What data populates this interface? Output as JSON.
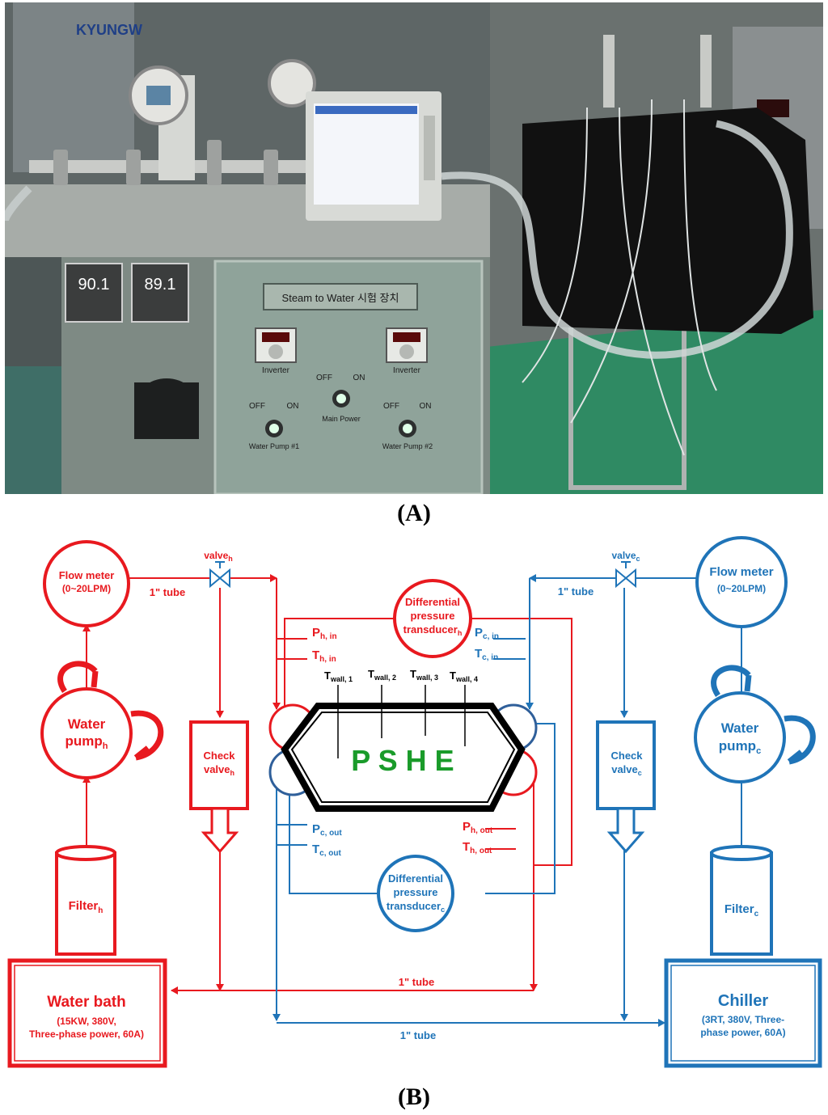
{
  "panel_a_label": "A",
  "panel_b_label": "B",
  "photo": {
    "cabinet_sign": "Steam to Water 시험 장치",
    "brand_text": "KYUNGW",
    "controller_1": "90.1",
    "controller_2": "89.1",
    "inverter_left": "Inverter",
    "inverter_right": "Inverter",
    "main_off": "OFF",
    "main_on": "ON",
    "main_power": "Main Power",
    "pump1_off": "OFF",
    "pump1_on": "ON",
    "pump1_label": "Water Pump #1",
    "pump2_off": "OFF",
    "pump2_on": "ON",
    "pump2_label": "Water Pump #2"
  },
  "colors": {
    "hot": "#e8191f",
    "cold": "#1f74b8",
    "pshe_text": "#1a9b2a",
    "pshe_border": "#000000"
  },
  "diagram": {
    "hot": {
      "flow_meter_line1": "Flow meter",
      "flow_meter_line2": "(0~20LPM)",
      "tube_top": "1\" tube",
      "valve": "valve",
      "valve_sub": "h",
      "pump_line1": "Water",
      "pump_line2": "pump",
      "pump_sub": "h",
      "check_line1": "Check",
      "check_line2": "valve",
      "check_sub": "h",
      "filter": "Filter",
      "filter_sub": "h",
      "bath_title": "Water bath",
      "bath_line1": "(15KW, 380V,",
      "bath_line2": "Three-phase power, 60A)",
      "dp_line1": "Differential",
      "dp_line2": "pressure",
      "dp_line3": "transducer",
      "dp_sub": "h",
      "p_in": "P",
      "p_in_sub": "h, in",
      "t_in": "T",
      "t_in_sub": "h, in",
      "p_out": "P",
      "p_out_sub": "h, out",
      "t_out": "T",
      "t_out_sub": "h, out",
      "tube_bottom": "1\" tube"
    },
    "cold": {
      "flow_meter_line1": "Flow meter",
      "flow_meter_line2": "(0~20LPM)",
      "tube_top": "1\" tube",
      "valve": "valve",
      "valve_sub": "c",
      "pump_line1": "Water",
      "pump_line2": "pump",
      "pump_sub": "c",
      "check_line1": "Check",
      "check_line2": "valve",
      "check_sub": "c",
      "filter": "Filter",
      "filter_sub": "c",
      "chiller_title": "Chiller",
      "chiller_line1": "(3RT, 380V, Three-",
      "chiller_line2": "phase power, 60A)",
      "dp_line1": "Differential",
      "dp_line2": "pressure",
      "dp_line3": "transducer",
      "dp_sub": "c",
      "p_in": "P",
      "p_in_sub": "c, in",
      "t_in": "T",
      "t_in_sub": "c, in",
      "p_out": "P",
      "p_out_sub": "c, out",
      "t_out": "T",
      "t_out_sub": "c, out",
      "tube_bottom": "1\" tube"
    },
    "pshe": "P S H E",
    "twall": [
      {
        "main": "T",
        "sub": "wall, 1"
      },
      {
        "main": "T",
        "sub": "wall, 2"
      },
      {
        "main": "T",
        "sub": "wall, 3"
      },
      {
        "main": "T",
        "sub": "wall, 4"
      }
    ]
  }
}
